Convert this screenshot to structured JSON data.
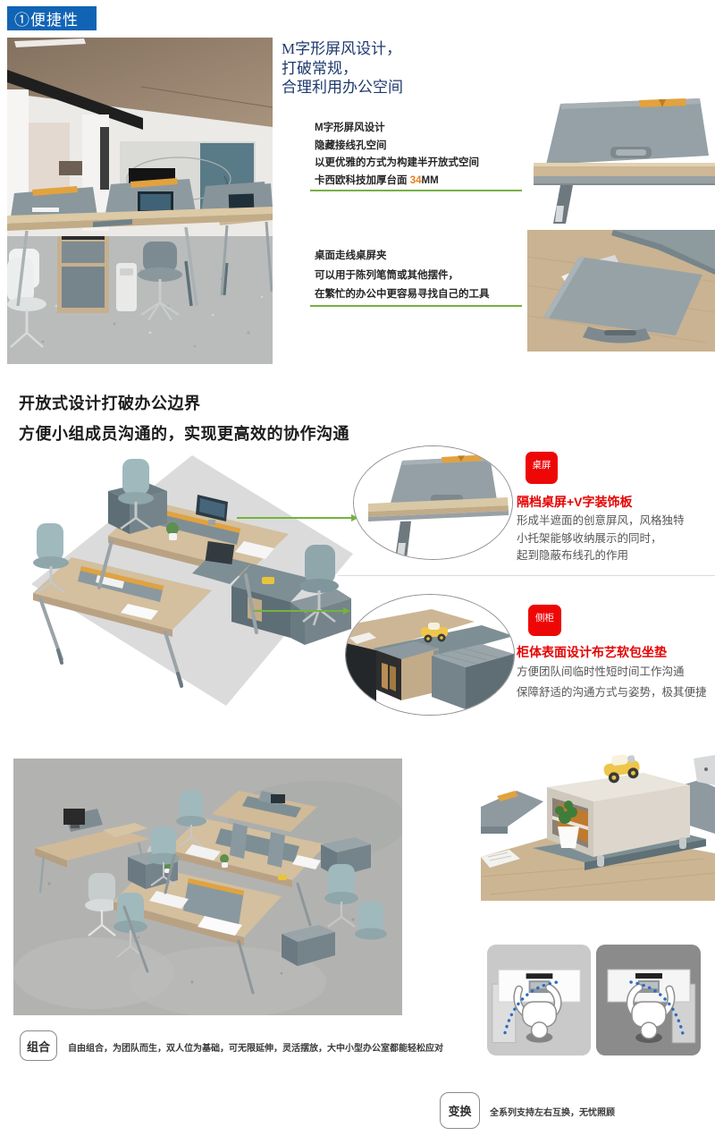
{
  "header": {
    "title": "①便捷性"
  },
  "colors": {
    "accent_blue": "#1164b4",
    "accent_green": "#72b43c",
    "accent_red": "#ee0707",
    "accent_orange": "#e67e22",
    "headline_navy": "#1e3a6e"
  },
  "hero": {
    "headline": {
      "line1": "M字形屏风设计，",
      "line2": "打破常规，",
      "line3": "合理利用办公空间"
    },
    "feature1": {
      "line1": "M字形屏风设计",
      "line2": "隐藏接线孔空间",
      "line3": "以更优雅的方式为构建半开放式空间",
      "line4_prefix": "卡西欧科技加厚台面 ",
      "line4_value": "34",
      "line4_unit": "MM"
    },
    "feature2": {
      "line1": "桌面走线桌屏夹",
      "line2": "可以用于陈列笔筒或其他摆件，",
      "line3": "在繁忙的办公中更容易寻找自己的工具"
    }
  },
  "collab": {
    "heading1": "开放式设计打破办公边界",
    "heading2": "方便小组成员沟通的，实现更高效的协作沟通",
    "callout1": {
      "badge": "桌屏",
      "title": "隔档桌屏+V字装饰板",
      "line1": "形成半遮面的创意屏风，风格独特",
      "line2": "小托架能够收纳展示的同时，",
      "line3": "起到隐蔽布线孔的作用"
    },
    "callout2": {
      "badge": "侧柜",
      "title": "柜体表面设计布艺软包坐垫",
      "line1": "方便团队间临时性短时间工作沟通",
      "line2": "保障舒适的沟通方式与姿势，极其便捷"
    }
  },
  "footer": {
    "combo": {
      "label": "组合",
      "text": "自由组合，为团队而生，双人位为基础，可无限延伸，灵活摆放，大中小型办公室都能轻松应对"
    },
    "swap": {
      "label": "变换",
      "text": "全系列支持左右互换，无忧照顾"
    }
  }
}
